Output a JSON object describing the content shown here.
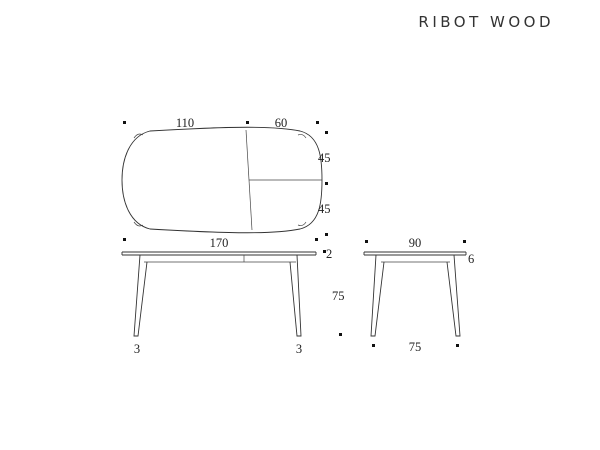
{
  "brand": "RIBOT WOOD",
  "top_view": {
    "length_main": "110",
    "length_extension": "60",
    "width_half_top": "45",
    "width_half_bottom": "45"
  },
  "side_view": {
    "length": "170",
    "top_thickness": "2",
    "height": "75",
    "leg_left": "3",
    "leg_right": "3"
  },
  "end_view": {
    "width": "90",
    "top_thickness": "6",
    "height": "75"
  }
}
